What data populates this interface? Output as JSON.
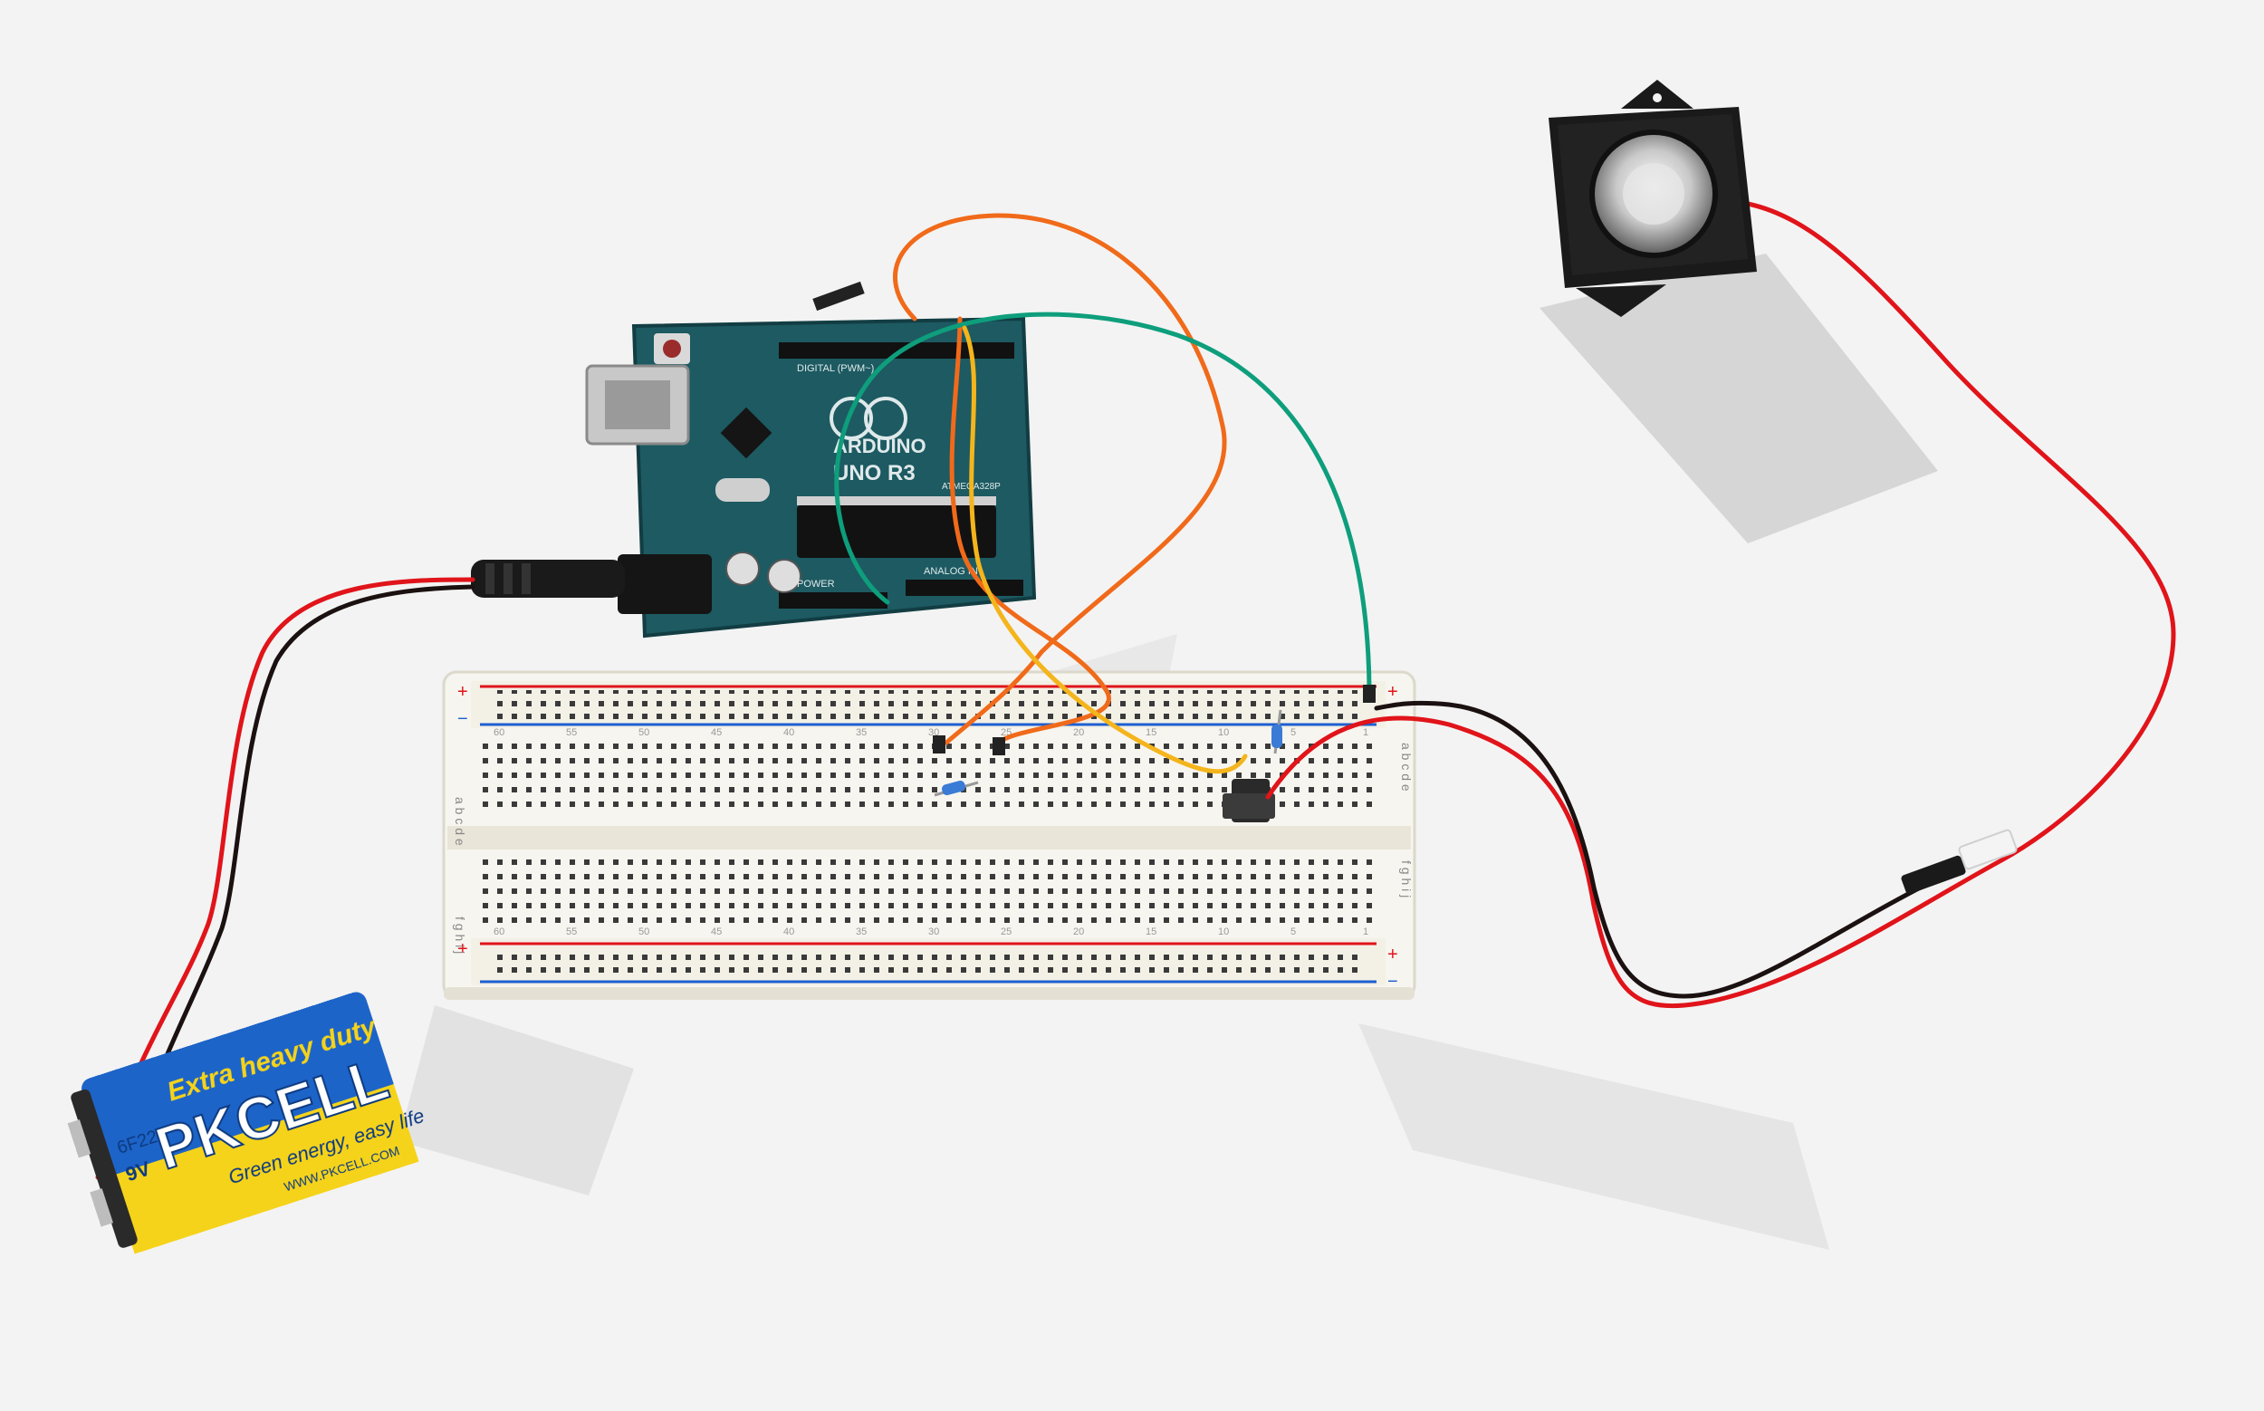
{
  "board": {
    "brand": "ARDUINO",
    "model": "UNO R3",
    "digital_label": "DIGITAL (PWM~)",
    "analog_label": "ANALOG IN",
    "power_label": "POWER",
    "chip_label": "ATMEGA328P"
  },
  "breadboard": {
    "rows_top": "a b c d e",
    "rows_bottom": "f g h i j",
    "col_numbers": [
      "60",
      "55",
      "50",
      "45",
      "40",
      "35",
      "30",
      "25",
      "20",
      "15",
      "10",
      "5",
      "1"
    ],
    "plus": "+",
    "minus": "−"
  },
  "battery": {
    "tagline": "Extra heavy duty",
    "brand": "PKCELL",
    "slogan": "Green energy, easy life",
    "website": "WWW.PKCELL.COM",
    "type": "6F22",
    "voltage": "9V"
  },
  "colors": {
    "background": "#f3f3f3",
    "board": "#1d5a62",
    "breadboard": "#f7f5ef",
    "wire_red": "#e0141a",
    "wire_black": "#1b1111",
    "wire_orange": "#f06a1a",
    "wire_green": "#0e9e7c",
    "wire_yellow": "#f4b51c",
    "battery_blue": "#1d64c8",
    "battery_yellow": "#f5d31a",
    "speaker": "#1a1a1a"
  }
}
